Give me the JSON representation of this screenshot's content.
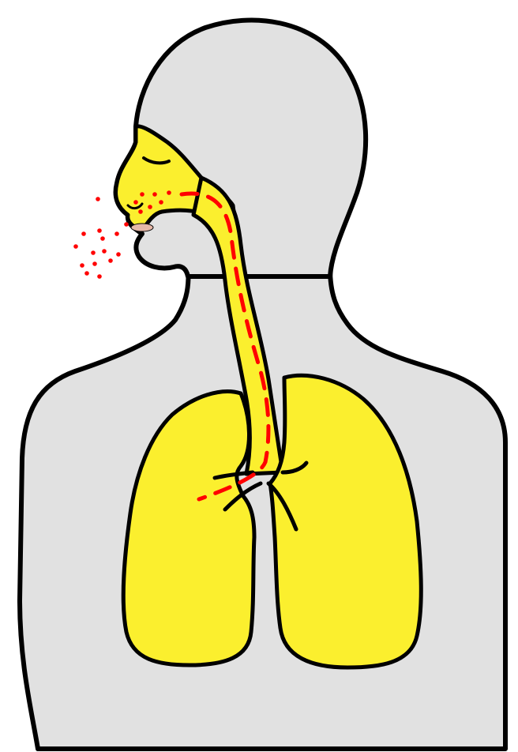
{
  "colors": {
    "background": "#ffffff",
    "body_fill": "#e1e1e1",
    "airway_fill": "#fbef2e",
    "outline": "#000000",
    "particles": "#ff0000",
    "airflow_path": "#ff0000",
    "lips": "#e6b8a8"
  },
  "icons": {
    "figure": "human-upper-body",
    "lungs": "lungs",
    "trachea": "trachea",
    "bronchi": "bronchi",
    "droplets": "airborne-droplets",
    "airflow": "dashed-airflow-path"
  }
}
